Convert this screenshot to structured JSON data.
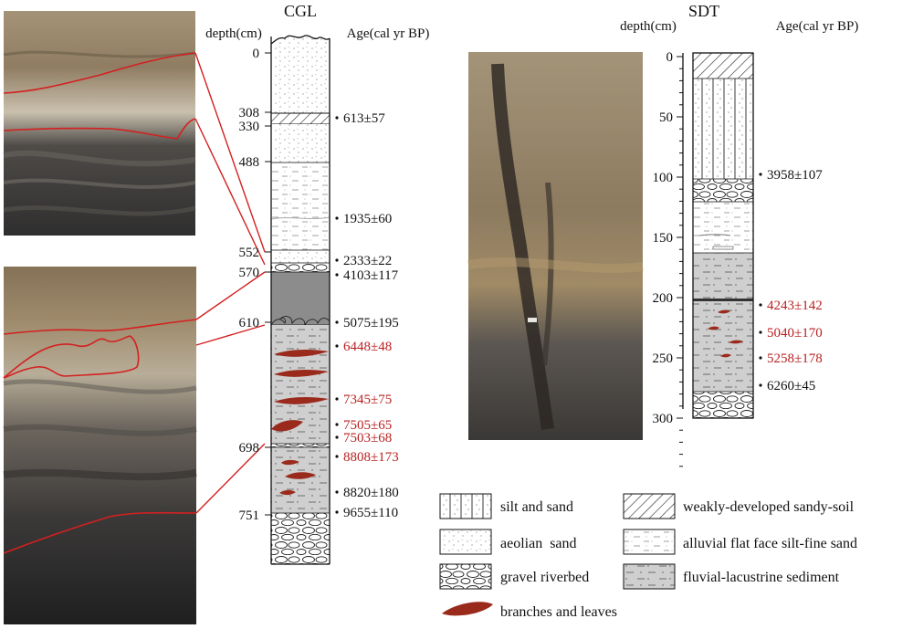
{
  "cgl": {
    "title": "CGL",
    "depth_header": "depth(cm)",
    "age_header": "Age(cal yr BP)",
    "depths": [
      {
        "label": "0",
        "value": 0
      },
      {
        "label": "308",
        "value": 308
      },
      {
        "label": "330",
        "value": 330
      },
      {
        "label": "488",
        "value": 488
      },
      {
        "label": "552",
        "value": 552
      },
      {
        "label": "570",
        "value": 570
      },
      {
        "label": "610",
        "value": 610
      },
      {
        "label": "698",
        "value": 698
      },
      {
        "label": "751",
        "value": 751
      }
    ],
    "ages": [
      {
        "text": "613±57",
        "highlight": false
      },
      {
        "text": "1935±60",
        "highlight": false
      },
      {
        "text": "2333±22",
        "highlight": false
      },
      {
        "text": "4103±117",
        "highlight": false
      },
      {
        "text": "5075±195",
        "highlight": false
      },
      {
        "text": "6448±48",
        "highlight": true
      },
      {
        "text": "7345±75",
        "highlight": true
      },
      {
        "text": "7505±65",
        "highlight": true
      },
      {
        "text": "7503±68",
        "highlight": true
      },
      {
        "text": "8808±173",
        "highlight": true
      },
      {
        "text": "8820±180",
        "highlight": false
      },
      {
        "text": "9655±110",
        "highlight": false
      }
    ]
  },
  "sdt": {
    "title": "SDT",
    "depth_header": "depth(cm)",
    "age_header": "Age(cal yr BP)",
    "axis_ticks": [
      0,
      50,
      100,
      150,
      200,
      250,
      300
    ],
    "ages": [
      {
        "text": "3958±107",
        "highlight": false
      },
      {
        "text": "4243±142",
        "highlight": true
      },
      {
        "text": "5040±170",
        "highlight": true
      },
      {
        "text": "5258±178",
        "highlight": true
      },
      {
        "text": "6260±45",
        "highlight": false
      }
    ]
  },
  "legend": [
    {
      "key": "silt",
      "label": "silt and sand"
    },
    {
      "key": "soil",
      "label": "weakly-developed sandy-soil"
    },
    {
      "key": "aeolian",
      "label": "aeolian  sand"
    },
    {
      "key": "alluvial",
      "label": "alluvial flat face silt-fine sand"
    },
    {
      "key": "gravel",
      "label": "gravel riverbed"
    },
    {
      "key": "fluvial",
      "label": "fluvial-lacustrine sediment"
    },
    {
      "key": "branches",
      "label": "branches and leaves"
    }
  ],
  "colors": {
    "highlight_text": "#b81f1f",
    "marker_line": "#d42020",
    "branch_fill": "#9a2a1c",
    "fluvial_fill": "#cfcfcf",
    "dark_layer": "#8c8c8c"
  }
}
